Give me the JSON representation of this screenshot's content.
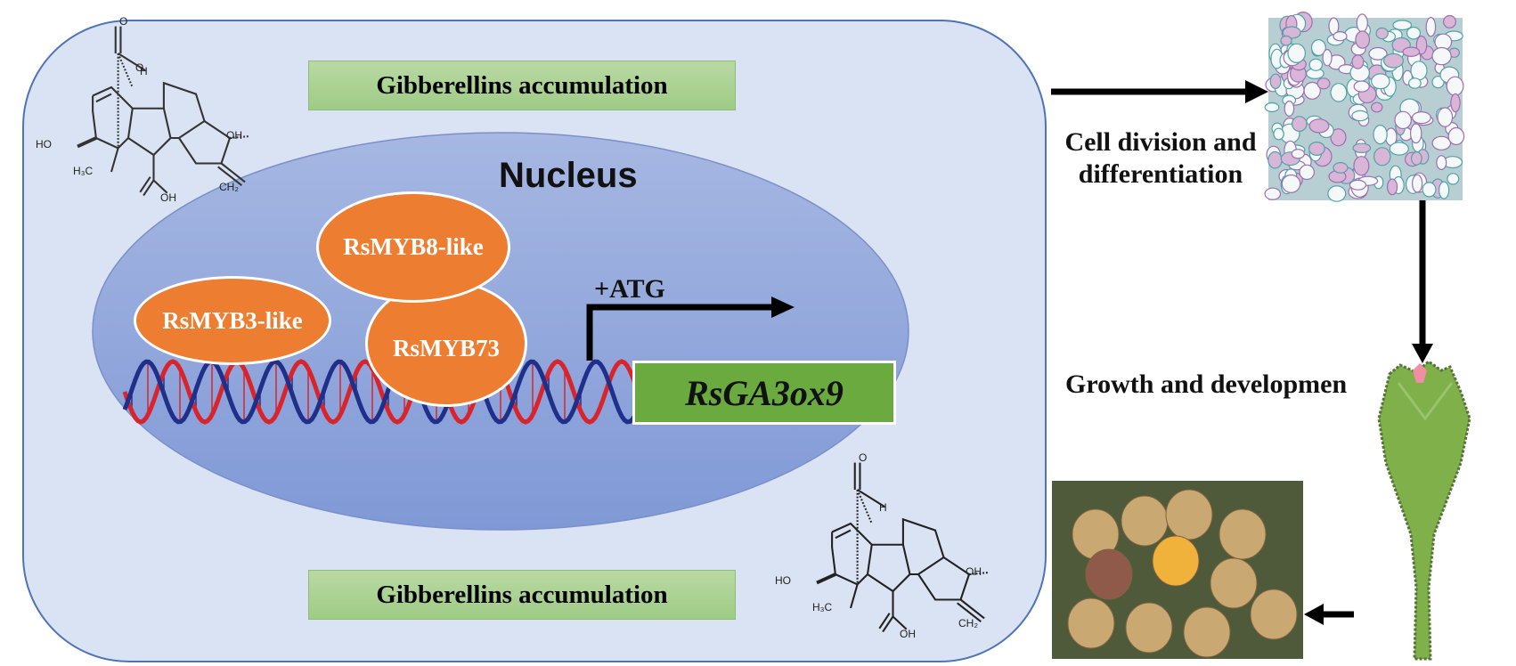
{
  "diagram": {
    "cell": {
      "top_label": "Gibberellins accumulation",
      "bottom_label": "Gibberellins accumulation"
    },
    "nucleus": {
      "title": "Nucleus",
      "proteins": [
        {
          "id": "rsmyb3",
          "label": "RsMYB3-like"
        },
        {
          "id": "rsmyb8",
          "label": "RsMYB8-like"
        },
        {
          "id": "rsmyb73",
          "label": "RsMYB73"
        }
      ],
      "transcription_start_label": "+ATG",
      "gene_label": "RsGA3ox9"
    },
    "molecule": {
      "name": "gibberellin-structure",
      "atom_labels": {
        "ho": "HO",
        "oh": "OH",
        "h": "H",
        "o": "O",
        "h3c": "H₃C",
        "ch2": "CH₂"
      }
    },
    "pathway": {
      "step1_label": "Cell division and differentiation",
      "step1_line1": "Cell division and",
      "step1_line2": "differentiation",
      "step2_label": "Growth and developmen"
    },
    "images": {
      "micrograph": "cell-section-micrograph",
      "bud": "flower-bud-photo",
      "fruit": "fruit-cluster-photo"
    },
    "colors": {
      "cell_fill": "#dae3f3",
      "cell_border": "#4f74b5",
      "nucleus_fill": "#8fa5d9",
      "protein_fill": "#ed7d31",
      "gene_box_fill": "#6aaa3e",
      "label_box_fill": "#a9d18e",
      "dna_strand_a": "#d9242b",
      "dna_strand_b": "#1f2f8a"
    }
  }
}
